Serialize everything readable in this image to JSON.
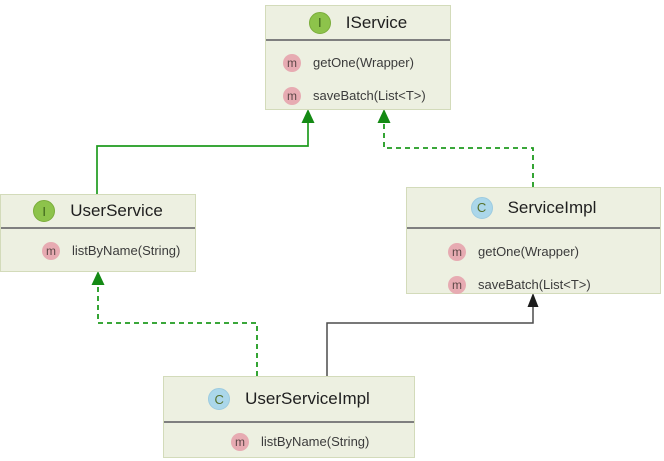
{
  "diagram": {
    "type": "uml-class-diagram",
    "classes": [
      {
        "id": "iservice",
        "name": "IService",
        "stereotype": "interface",
        "icon_letter": "I",
        "methods": [
          {
            "icon": "m",
            "signature": "getOne(Wrapper)"
          },
          {
            "icon": "m",
            "signature": "saveBatch(List<T>)"
          }
        ]
      },
      {
        "id": "userservice",
        "name": "UserService",
        "stereotype": "interface",
        "icon_letter": "I",
        "methods": [
          {
            "icon": "m",
            "signature": "listByName(String)"
          }
        ]
      },
      {
        "id": "serviceimpl",
        "name": "ServiceImpl",
        "stereotype": "class",
        "icon_letter": "C",
        "methods": [
          {
            "icon": "m",
            "signature": "getOne(Wrapper)"
          },
          {
            "icon": "m",
            "signature": "saveBatch(List<T>)"
          }
        ]
      },
      {
        "id": "userserviceimpl",
        "name": "UserServiceImpl",
        "stereotype": "class",
        "icon_letter": "C",
        "methods": [
          {
            "icon": "m",
            "signature": "listByName(String)"
          }
        ]
      }
    ],
    "relations": [
      {
        "from": "UserService",
        "to": "IService",
        "type": "extends",
        "style": "solid",
        "color": "#1e9b1e"
      },
      {
        "from": "ServiceImpl",
        "to": "IService",
        "type": "implements",
        "style": "dashed",
        "color": "#1e9b1e"
      },
      {
        "from": "UserServiceImpl",
        "to": "UserService",
        "type": "implements",
        "style": "dashed",
        "color": "#1e9b1e"
      },
      {
        "from": "UserServiceImpl",
        "to": "ServiceImpl",
        "type": "extends",
        "style": "solid",
        "color": "#4c4c4c"
      }
    ],
    "colors": {
      "node_fill": "#edf0e1",
      "node_border": "#d3dbba",
      "header_divider": "#7f7f7f",
      "interface_badge": "#8dc34b",
      "class_badge": "#abd7ea",
      "method_badge": "#e7abb2",
      "green_edge": "#1e9b1e",
      "black_edge": "#4c4c4c",
      "background": "#ffffff"
    }
  }
}
